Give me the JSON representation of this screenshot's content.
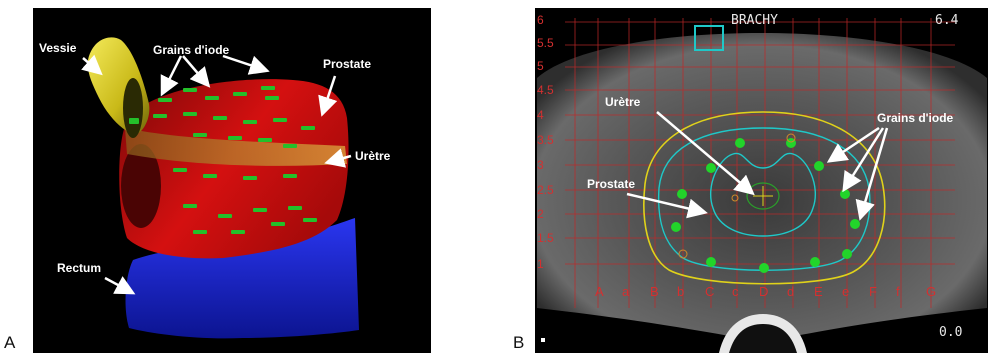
{
  "panel_a": {
    "letter": "A",
    "labels": {
      "vessie": "Vessie",
      "grains": "Grains d'iode",
      "prostate": "Prostate",
      "uretre": "Urètre",
      "rectum": "Rectum"
    },
    "colors": {
      "bladder": "#d6c81c",
      "prostate": "#c80f0f",
      "urethra": "#d9a43a",
      "rectum": "#1a1ec8",
      "seeds": "#22c22a"
    }
  },
  "panel_b": {
    "letter": "B",
    "header": "BRACHY",
    "top_right_value": "6.4",
    "bottom_right_value": "0.0",
    "labels": {
      "uretre": "Urètre",
      "grains": "Grains d'iode",
      "prostate": "Prostate"
    },
    "y_axis_labels": [
      "6",
      "5.5",
      "5",
      "4.5",
      "4",
      "3.5",
      "3",
      "2.5",
      "2",
      "1.5",
      "1"
    ],
    "x_axis_labels": [
      "A",
      "a",
      "B",
      "b",
      "C",
      "c",
      "D",
      "d",
      "E",
      "e",
      "F",
      "f",
      "G"
    ],
    "colors": {
      "grid": "#c02828",
      "outer_contour": "#e0d21a",
      "inner_contour": "#1fc8c8",
      "seeds": "#22d42a"
    }
  }
}
